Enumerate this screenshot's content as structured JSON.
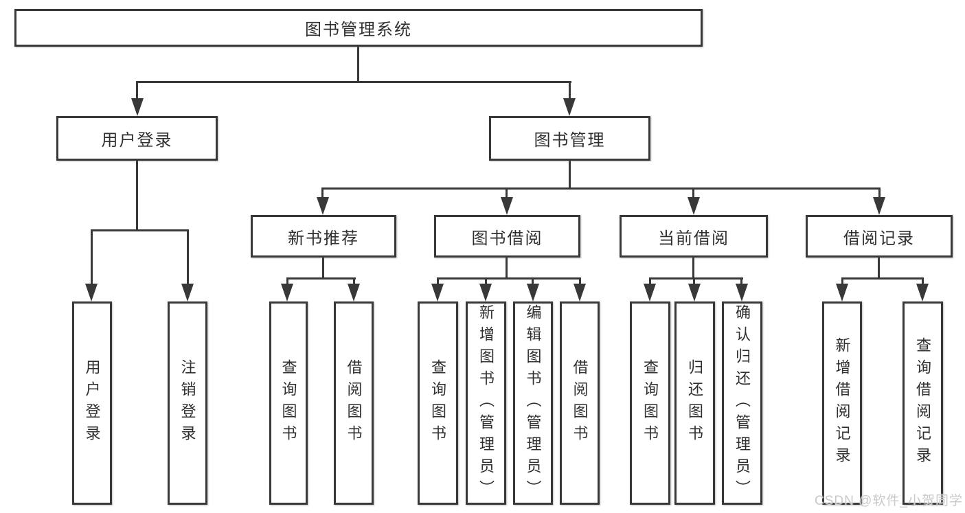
{
  "colors": {
    "line": "#383838",
    "text": "#2f2f2f",
    "background": "#ffffff",
    "watermark": "#c9c9c9"
  },
  "tree": {
    "root": {
      "label": "图书管理系统",
      "children": [
        {
          "label": "用户登录",
          "children": [
            {
              "label": "用户登录"
            },
            {
              "label": "注销登录"
            }
          ]
        },
        {
          "label": "图书管理",
          "children": [
            {
              "label": "新书推荐",
              "children": [
                {
                  "label": "查询图书"
                },
                {
                  "label": "借阅图书"
                }
              ]
            },
            {
              "label": "图书借阅",
              "children": [
                {
                  "label": "查询图书"
                },
                {
                  "label": "新增图书（管理员）"
                },
                {
                  "label": "编辑图书（管理员）"
                },
                {
                  "label": "借阅图书"
                }
              ]
            },
            {
              "label": "当前借阅",
              "children": [
                {
                  "label": "查询图书"
                },
                {
                  "label": "归还图书"
                },
                {
                  "label": "确认归还（管理员）"
                }
              ]
            },
            {
              "label": "借阅记录",
              "children": [
                {
                  "label": "新增借阅记录"
                },
                {
                  "label": "查询借阅记录"
                }
              ]
            }
          ]
        }
      ]
    }
  },
  "watermark": {
    "text": "CSDN @软件_小贺同学"
  }
}
